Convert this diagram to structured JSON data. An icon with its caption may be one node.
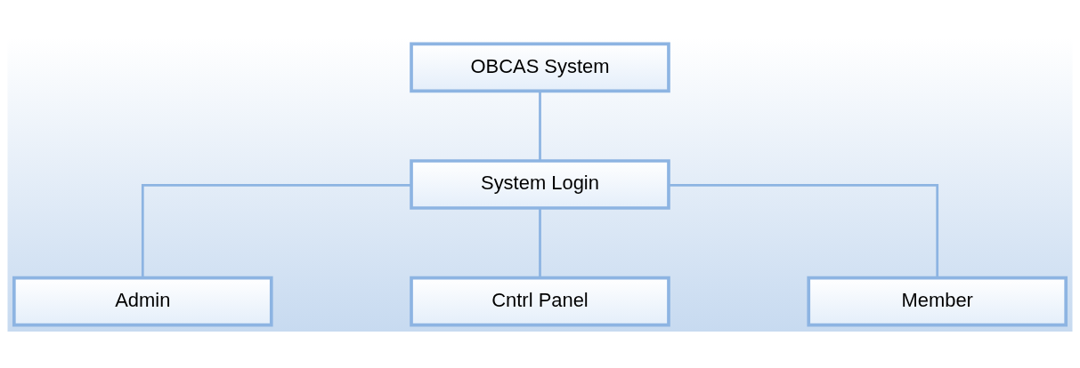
{
  "diagram": {
    "nodes": [
      {
        "text": [
          "OBCAS System"
        ]
      },
      {
        "text": [
          "System Login"
        ]
      },
      {
        "text": [
          "Admin"
        ]
      },
      {
        "text": [
          "Cntrl Panel"
        ]
      },
      {
        "text": [
          "Member"
        ]
      }
    ],
    "edges": [
      {
        "from": 0,
        "to": 1,
        "arrow": "none"
      },
      {
        "from": 1,
        "to": 2,
        "arrow": "none"
      },
      {
        "from": 1,
        "to": 3,
        "arrow": "none"
      },
      {
        "from": 1,
        "to": 4,
        "arrow": "none"
      }
    ]
  }
}
